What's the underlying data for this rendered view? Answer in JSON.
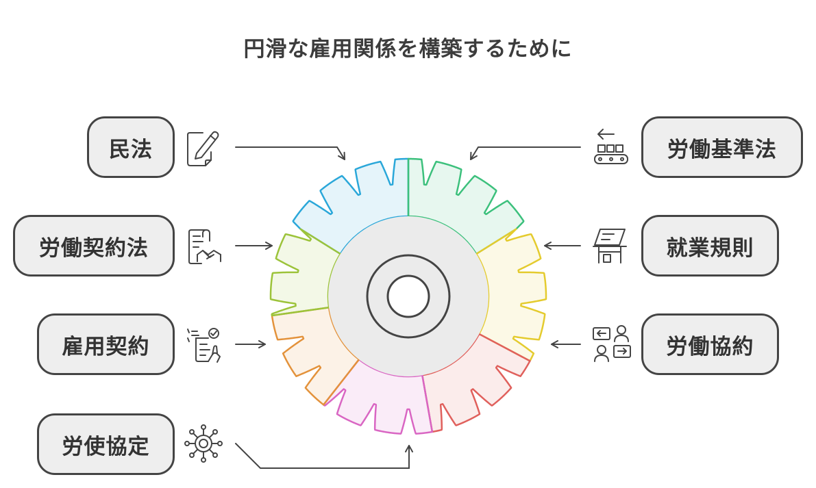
{
  "title": "円滑な雇用関係を構築するために",
  "left_items": [
    {
      "label": "民法",
      "icon": "document-pen-icon"
    },
    {
      "label": "労働契約法",
      "icon": "contract-handshake-icon"
    },
    {
      "label": "雇用契約",
      "icon": "checklist-hand-icon"
    },
    {
      "label": "労使協定",
      "icon": "network-node-icon"
    }
  ],
  "right_items": [
    {
      "label": "労働基準法",
      "icon": "conveyor-belt-icon"
    },
    {
      "label": "就業規則",
      "icon": "drafting-table-icon"
    },
    {
      "label": "労働協約",
      "icon": "people-exchange-icon"
    }
  ],
  "colors": {
    "blue": "#2aa7d9",
    "green": "#3cc07c",
    "yellow": "#e4cb2e",
    "red": "#e0605c",
    "pink": "#d966c3",
    "orange": "#e3923b",
    "lime": "#9cc33a",
    "text": "#333333",
    "center": "#ebebeb"
  }
}
